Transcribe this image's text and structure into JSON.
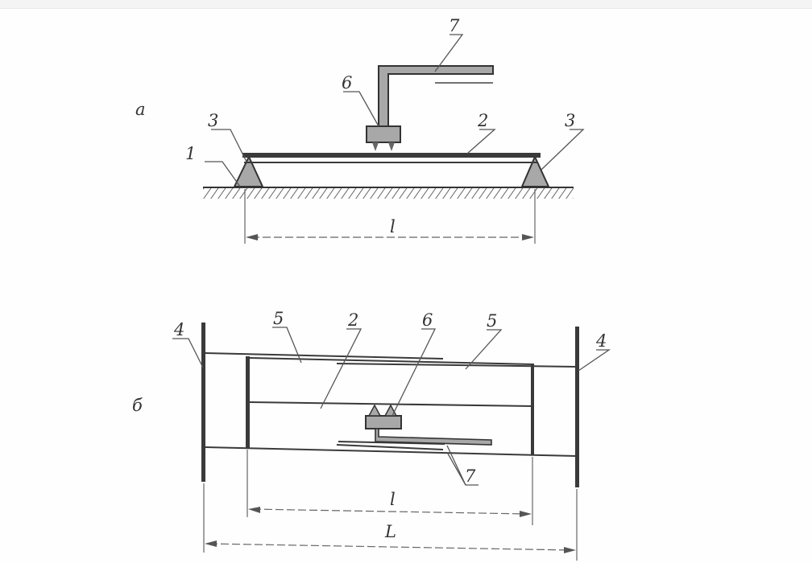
{
  "figure": {
    "view_a": {
      "panel_label": "а",
      "labels": {
        "ground": "1",
        "beam": "2",
        "support_left": "3",
        "support_right": "3",
        "probe": "6",
        "cable": "7"
      },
      "dimension": "l"
    },
    "view_b": {
      "panel_label": "б",
      "labels": {
        "post_left": "4",
        "post_right": "4",
        "wire_left": "5",
        "wire_right": "5",
        "beam": "2",
        "probe": "6",
        "cable": "7"
      },
      "dimensions": {
        "inner": "l",
        "outer": "L"
      }
    }
  }
}
